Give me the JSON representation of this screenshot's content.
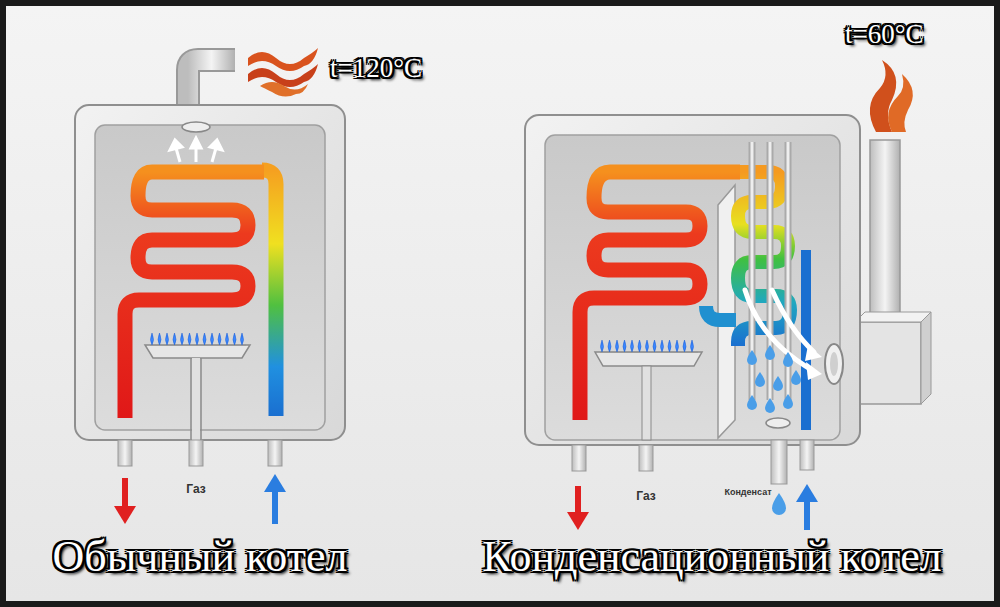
{
  "diagram": {
    "labels": [
      "t=120°C",
      "Газ",
      "Обычный котел",
      "t=60°C",
      "Газ",
      "Конденсат",
      "Конденсационный котел"
    ]
  }
}
